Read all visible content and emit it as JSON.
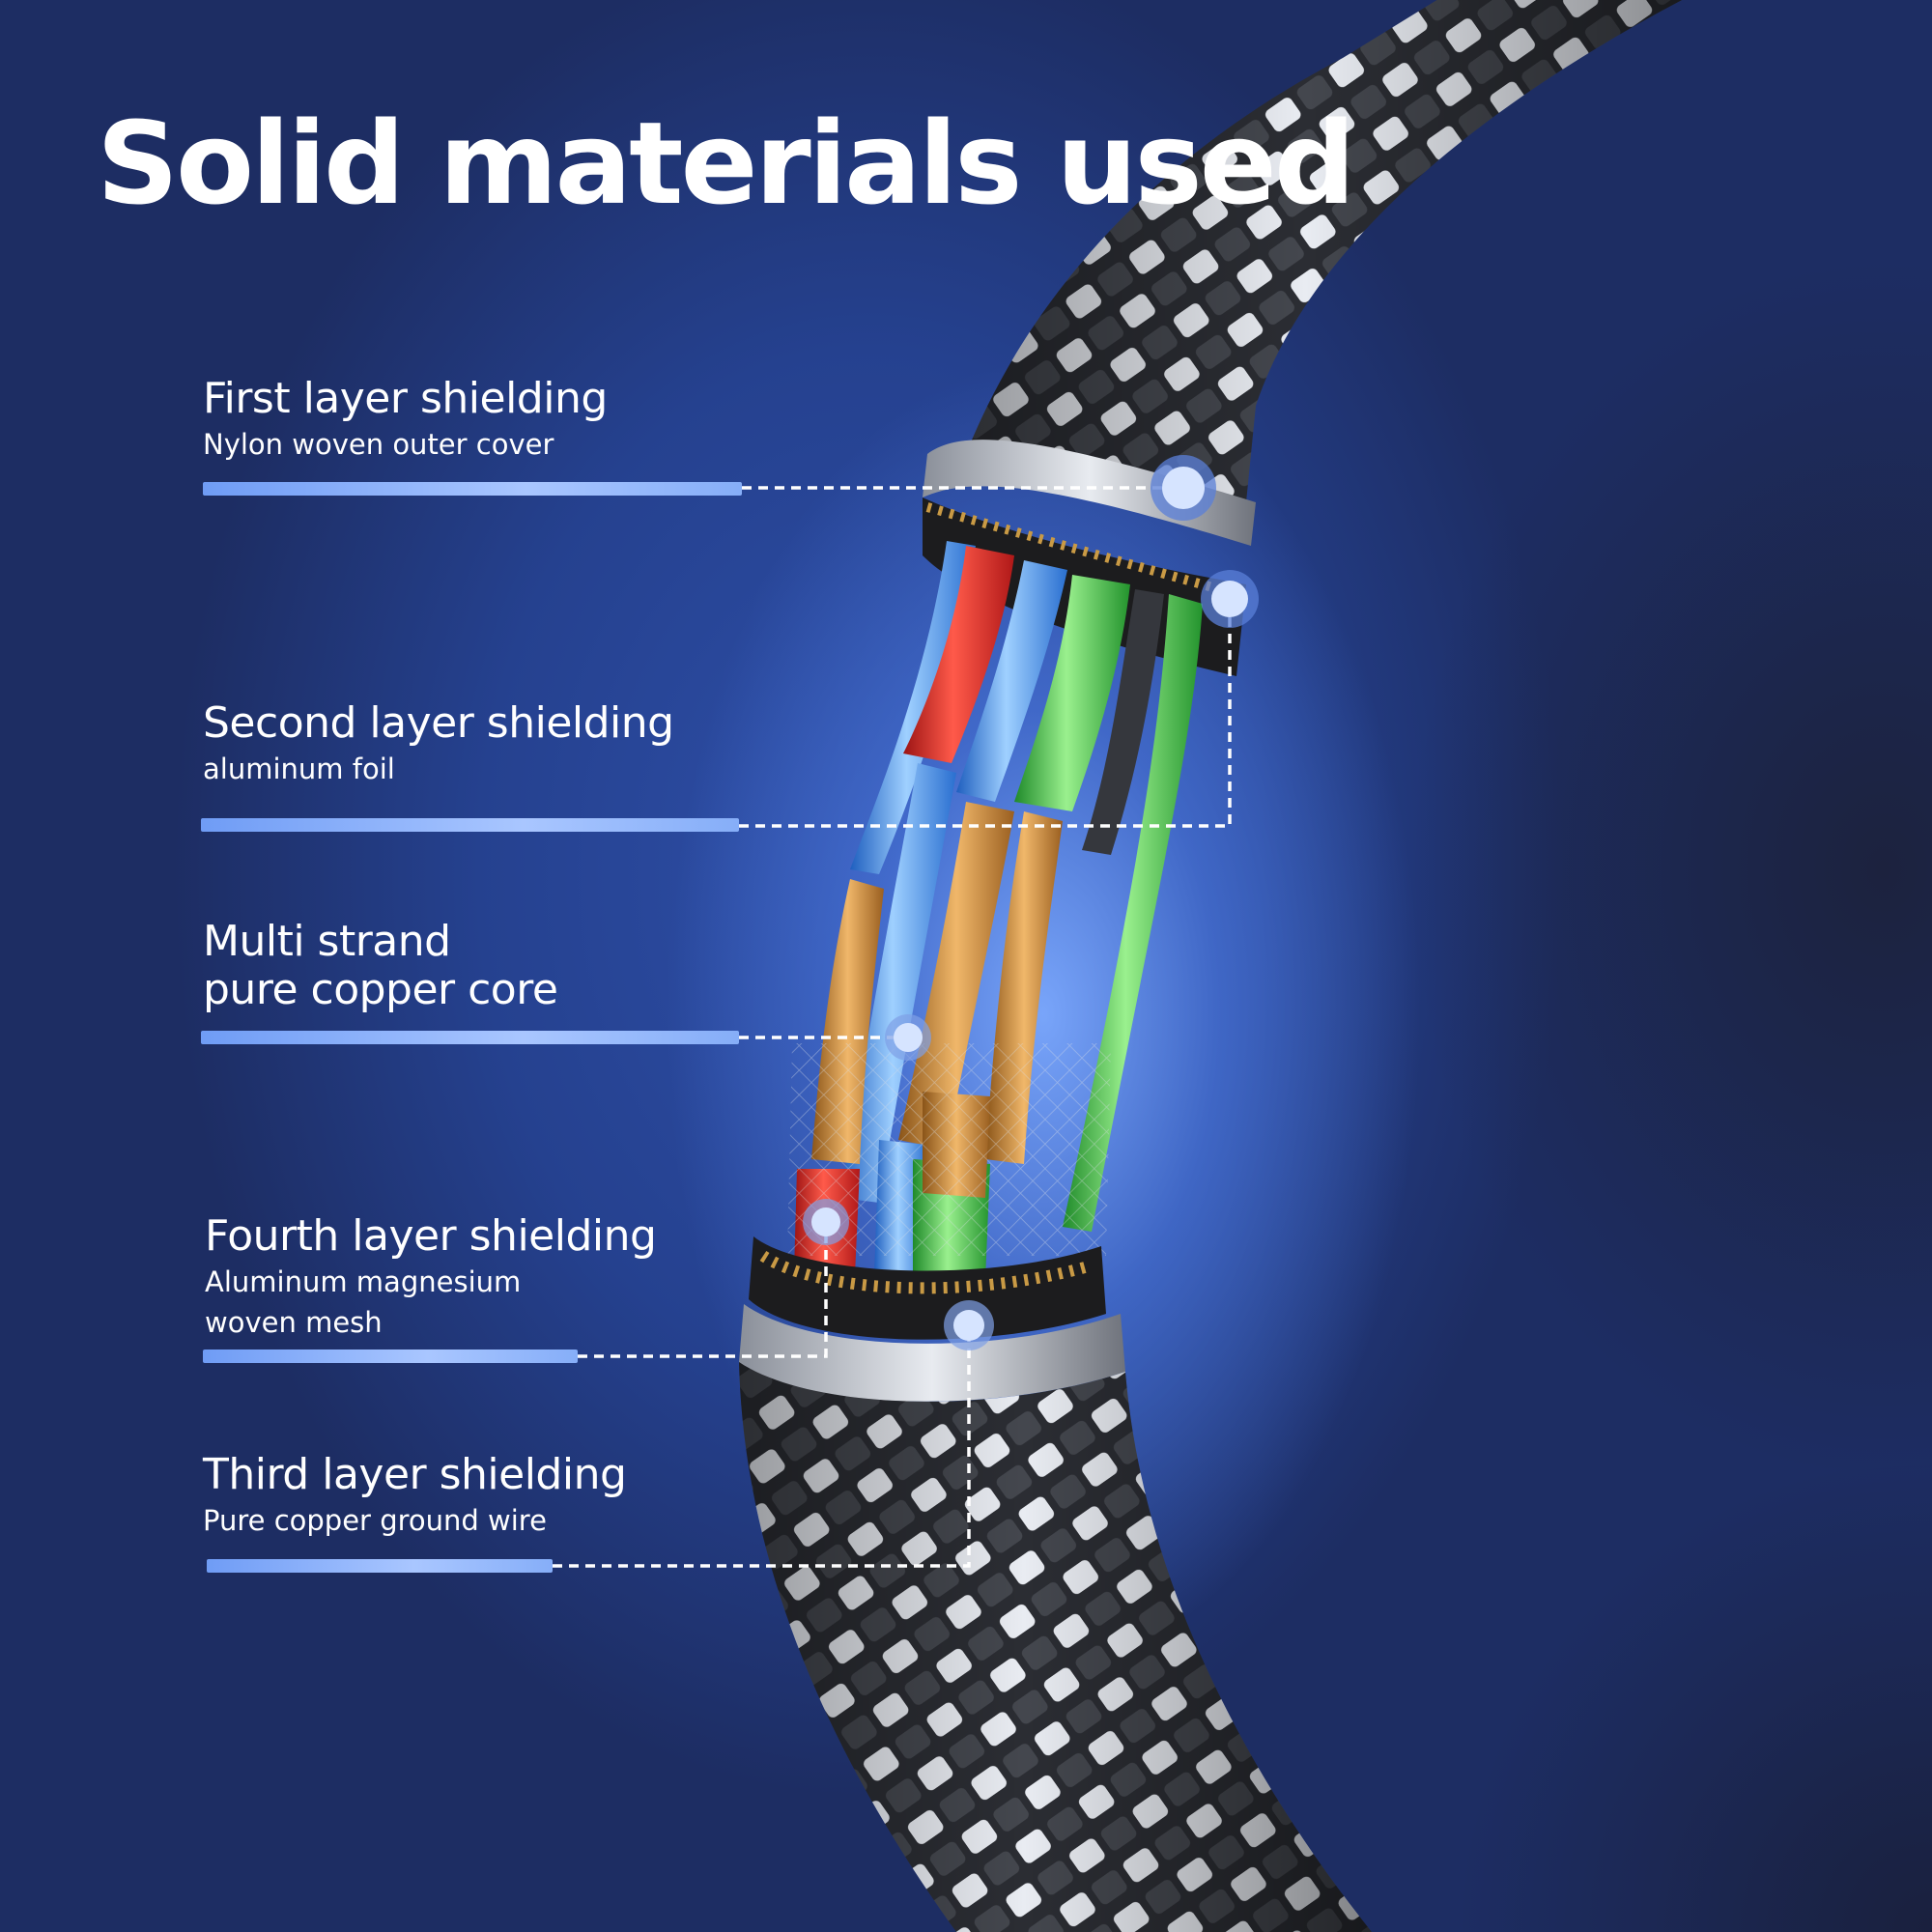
{
  "headline": "Solid materials used",
  "callouts": [
    {
      "title": "First layer shielding",
      "subtitle": "Nylon woven outer cover"
    },
    {
      "title": "Second layer shielding",
      "subtitle": "aluminum foil"
    },
    {
      "title_line1": "Multi strand",
      "title_line2": "pure copper core"
    },
    {
      "title": "Fourth layer shielding",
      "subtitle_line1": "Aluminum magnesium",
      "subtitle_line2": "woven mesh"
    },
    {
      "title": "Third layer shielding",
      "subtitle": "Pure copper ground wire"
    }
  ],
  "colors": {
    "background": "#25418f",
    "accent_bar": "#8fb4fb",
    "marker": "#d6e4ff",
    "braid_dark": "#2b2d33",
    "braid_light": "#e9ecf2",
    "wire_red": "#e02828",
    "wire_blue": "#3f8fe8",
    "wire_green": "#3dbb45",
    "copper": "#c8873a"
  }
}
